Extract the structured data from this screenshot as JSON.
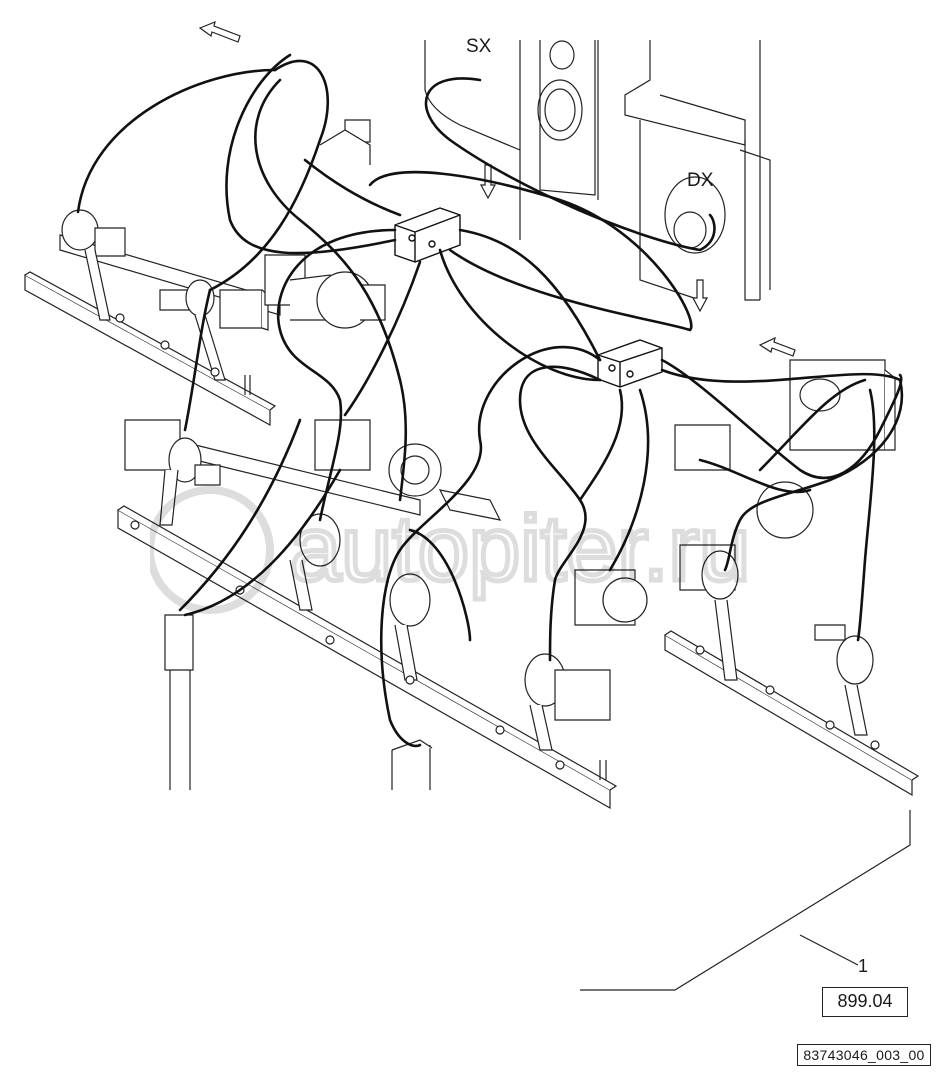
{
  "labels": {
    "left_side": "SX",
    "right_side": "DX",
    "callout": "1"
  },
  "reference_box": "899.04",
  "document_id": "83743046_003_00",
  "watermark_text": "autopiter.ru",
  "colors": {
    "line": "#1a1a1a",
    "cable": "#111111",
    "background": "#ffffff"
  }
}
